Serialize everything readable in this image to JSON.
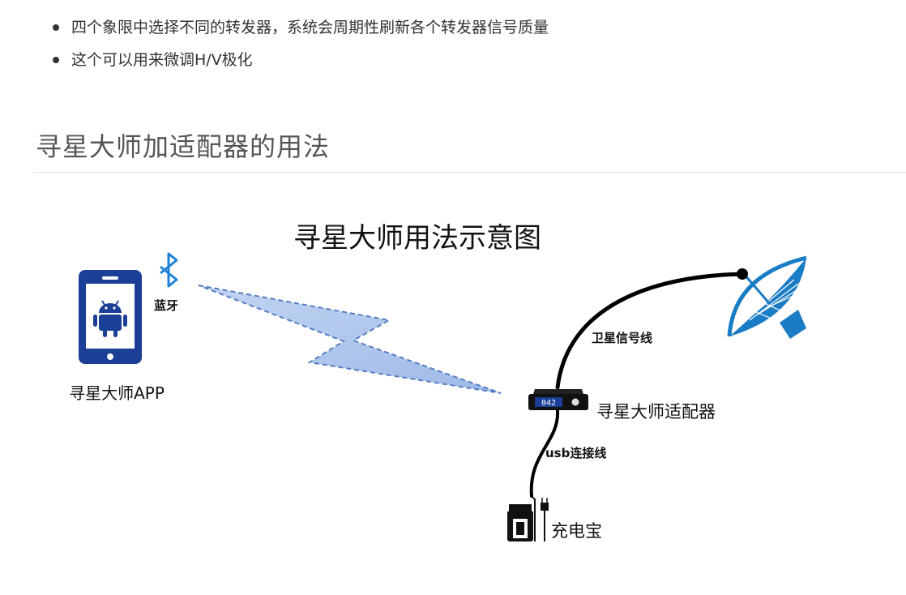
{
  "bullets": [
    "四个象限中选择不同的转发器，系统会周期性刷新各个转发器信号质量",
    "这个可以用来微调H/V极化"
  ],
  "section_title": "寻星大师加适配器的用法",
  "diagram": {
    "title": "寻星大师用法示意图",
    "bluetooth_label": "蓝牙",
    "phone_label": "寻星大师APP",
    "signal_cable_label": "卫星信号线",
    "adapter_label": "寻星大师适配器",
    "adapter_display": "042",
    "usb_cable_label": "usb连接线",
    "powerbank_label": "充电宝"
  },
  "colors": {
    "phone": "#1b3f96",
    "bluetooth": "#1f82d8",
    "dish": "#1a7cc4",
    "bolt_fill": "#a9c3ec",
    "bolt_stroke": "#4f78c0"
  }
}
